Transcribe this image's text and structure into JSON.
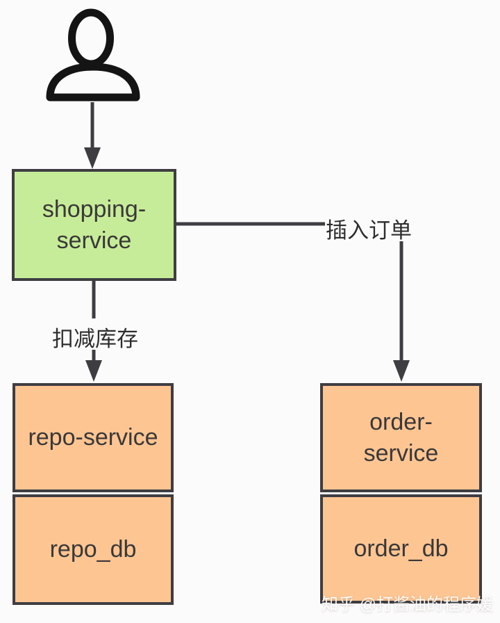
{
  "colors": {
    "bg": "#fcfbfc",
    "green": "#c7ec99",
    "orange": "#fcc592",
    "line": "#3e3d42",
    "text": "#3a3838",
    "label": "#2e2d2d",
    "watermark": "#ffffff"
  },
  "nodes": {
    "shopping_service": "shopping-\nservice",
    "repo_service": "repo-service",
    "repo_db": "repo_db",
    "order_service": "order-\nservice",
    "order_db": "order_db"
  },
  "edges": {
    "deduct_stock": "扣减库存",
    "insert_order": "插入订单"
  },
  "icons": {
    "actor": "user-icon"
  },
  "watermark": "知乎 @打酱油的程序媛"
}
